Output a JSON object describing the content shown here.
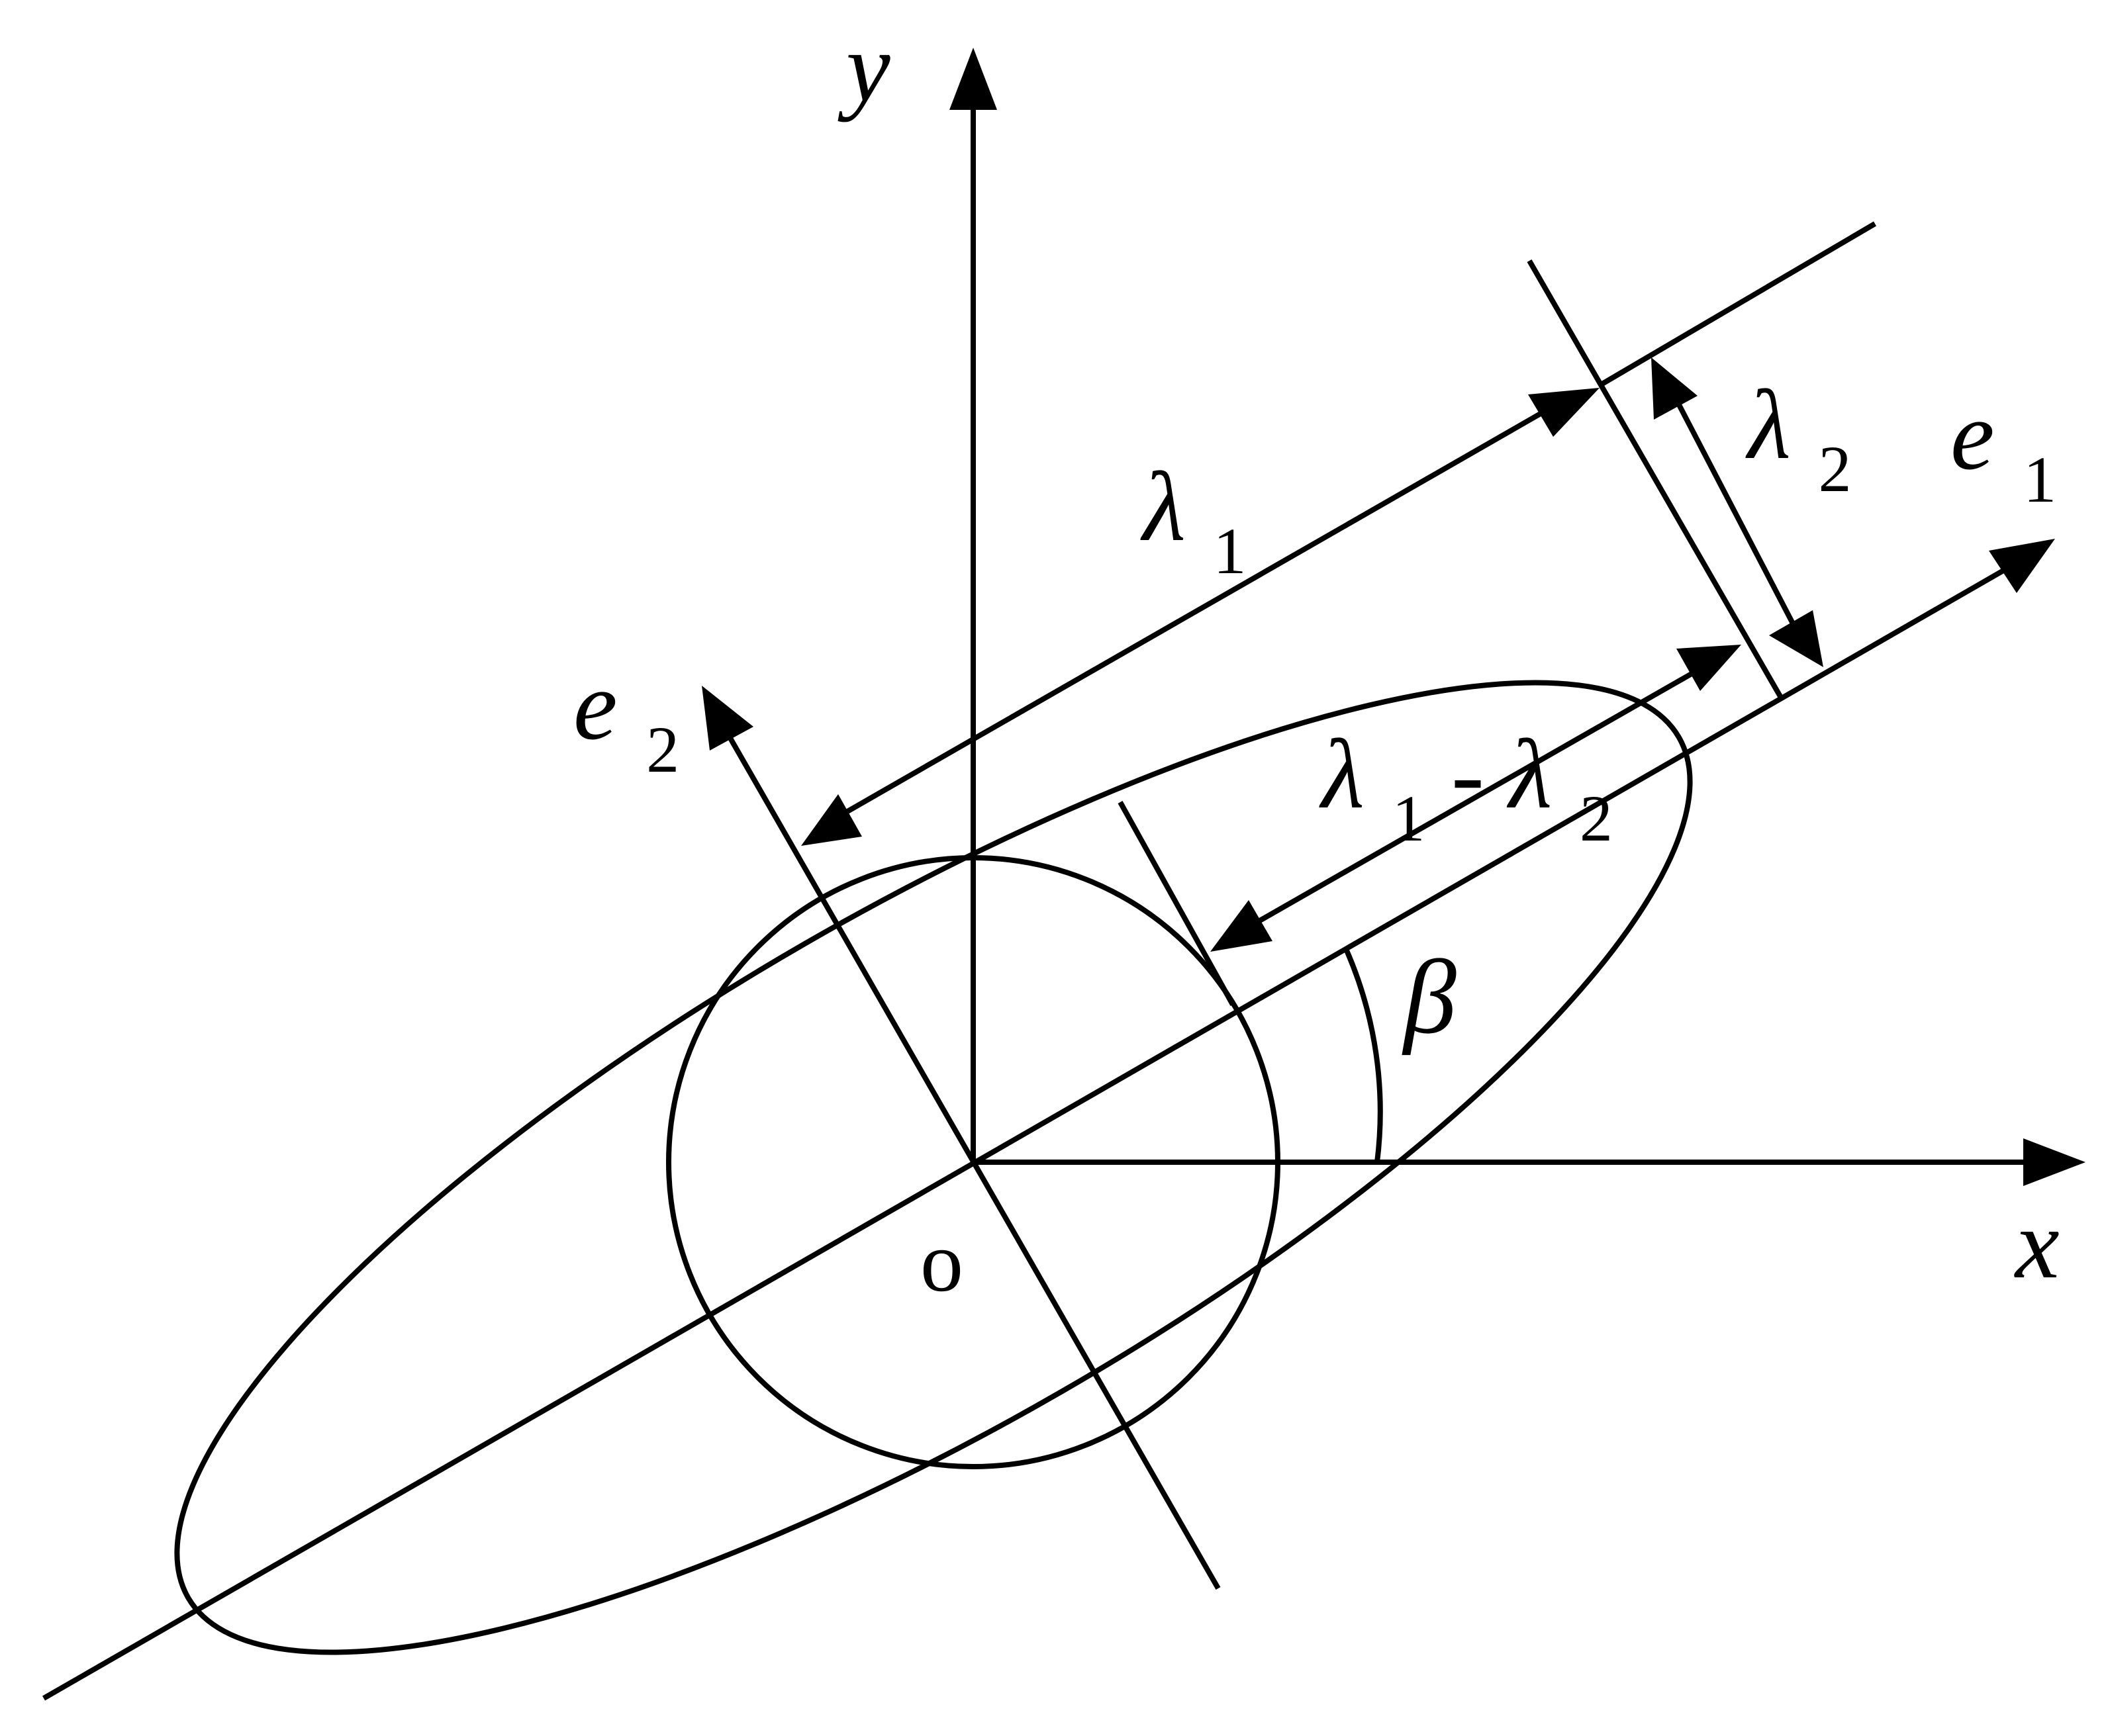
{
  "labels": {
    "y_axis": "y",
    "x_axis": "x",
    "origin": "o",
    "e1": "e",
    "e1_sub": "1",
    "e2": "e",
    "e2_sub": "2",
    "lambda1": "λ",
    "lambda1_sub": "1",
    "lambda2": "λ",
    "lambda2_sub": "2",
    "diff_a": "λ",
    "diff_a_sub": "1",
    "diff_dash": "-",
    "diff_b": "λ",
    "diff_b_sub": "2",
    "beta": "β"
  },
  "colors": {
    "ink": "#000000",
    "background": "#ffffff"
  }
}
